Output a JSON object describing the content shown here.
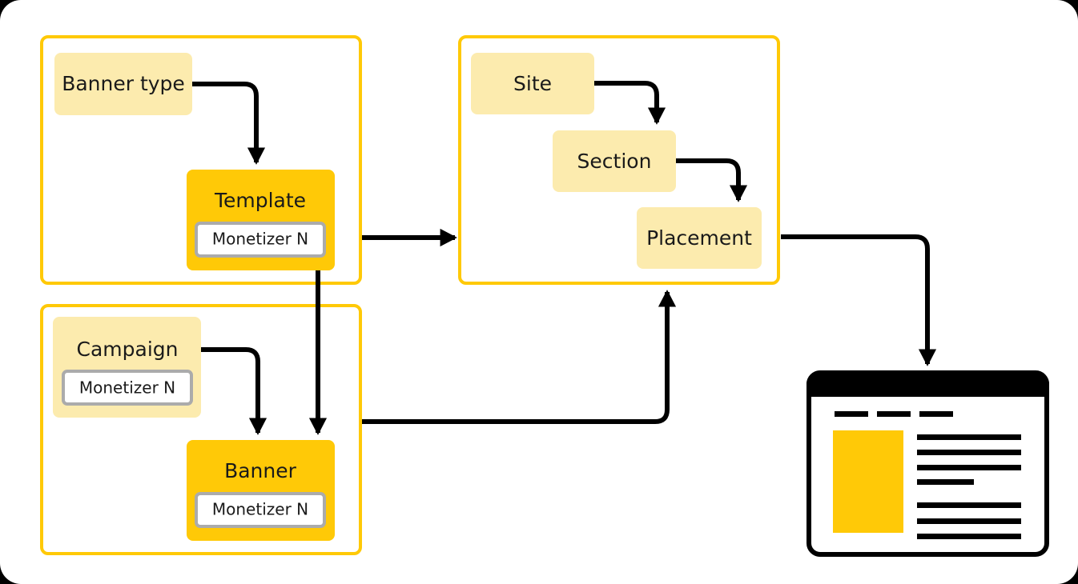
{
  "diagram": {
    "title": "Ad serving entity relationship diagram",
    "colors": {
      "panel_border": "#FFC907",
      "node_light": "#FCEBAE",
      "node_strong": "#FFC907",
      "chip_border": "#ABABAB",
      "chip_fill": "#FFFFFF",
      "arrow": "#000000",
      "canvas": "#FFFFFF",
      "browser_outline": "#000000",
      "browser_ad": "#FFC907"
    },
    "groups": [
      {
        "id": "creative-group",
        "nodes": [
          {
            "id": "banner-type",
            "label": "Banner type",
            "style": "light",
            "chip": null
          },
          {
            "id": "template",
            "label": "Template",
            "style": "strong",
            "chip": "Monetizer N"
          }
        ]
      },
      {
        "id": "inventory-group",
        "nodes": [
          {
            "id": "site",
            "label": "Site",
            "style": "light",
            "chip": null
          },
          {
            "id": "section",
            "label": "Section",
            "style": "light",
            "chip": null
          },
          {
            "id": "placement",
            "label": "Placement",
            "style": "light",
            "chip": null
          }
        ]
      },
      {
        "id": "campaign-group",
        "nodes": [
          {
            "id": "campaign",
            "label": "Campaign",
            "style": "light",
            "chip": "Monetizer N"
          },
          {
            "id": "banner",
            "label": "Banner",
            "style": "strong",
            "chip": "Monetizer N"
          }
        ]
      }
    ],
    "labels": {
      "banner_type": "Banner type",
      "template": "Template",
      "template_chip": "Monetizer N",
      "site": "Site",
      "section": "Section",
      "placement": "Placement",
      "campaign": "Campaign",
      "campaign_chip": "Monetizer N",
      "banner": "Banner",
      "banner_chip": "Monetizer N"
    },
    "connections": [
      {
        "id": "banner-type-to-template",
        "from": "banner-type",
        "to": "template",
        "arrow": true
      },
      {
        "id": "site-to-section",
        "from": "site",
        "to": "section",
        "arrow": true
      },
      {
        "id": "section-to-placement",
        "from": "section",
        "to": "placement",
        "arrow": true
      },
      {
        "id": "campaign-to-banner",
        "from": "campaign",
        "to": "banner",
        "arrow": true
      },
      {
        "id": "template-to-banner",
        "from": "template",
        "to": "banner",
        "arrow": true
      },
      {
        "id": "creative-group-to-inventory-group",
        "from": "creative-group",
        "to": "inventory-group",
        "arrow": true
      },
      {
        "id": "campaign-group-to-inventory-group",
        "from": "campaign-group",
        "to": "inventory-group",
        "arrow": true
      },
      {
        "id": "placement-to-webpage",
        "from": "placement",
        "to": "webpage-mockup",
        "arrow": true
      }
    ],
    "webpage_mockup": {
      "id": "webpage-mockup",
      "nav_dashes": 3,
      "ad_slot": "yellow-ad-block",
      "text_line_groups": [
        4,
        3
      ]
    }
  }
}
